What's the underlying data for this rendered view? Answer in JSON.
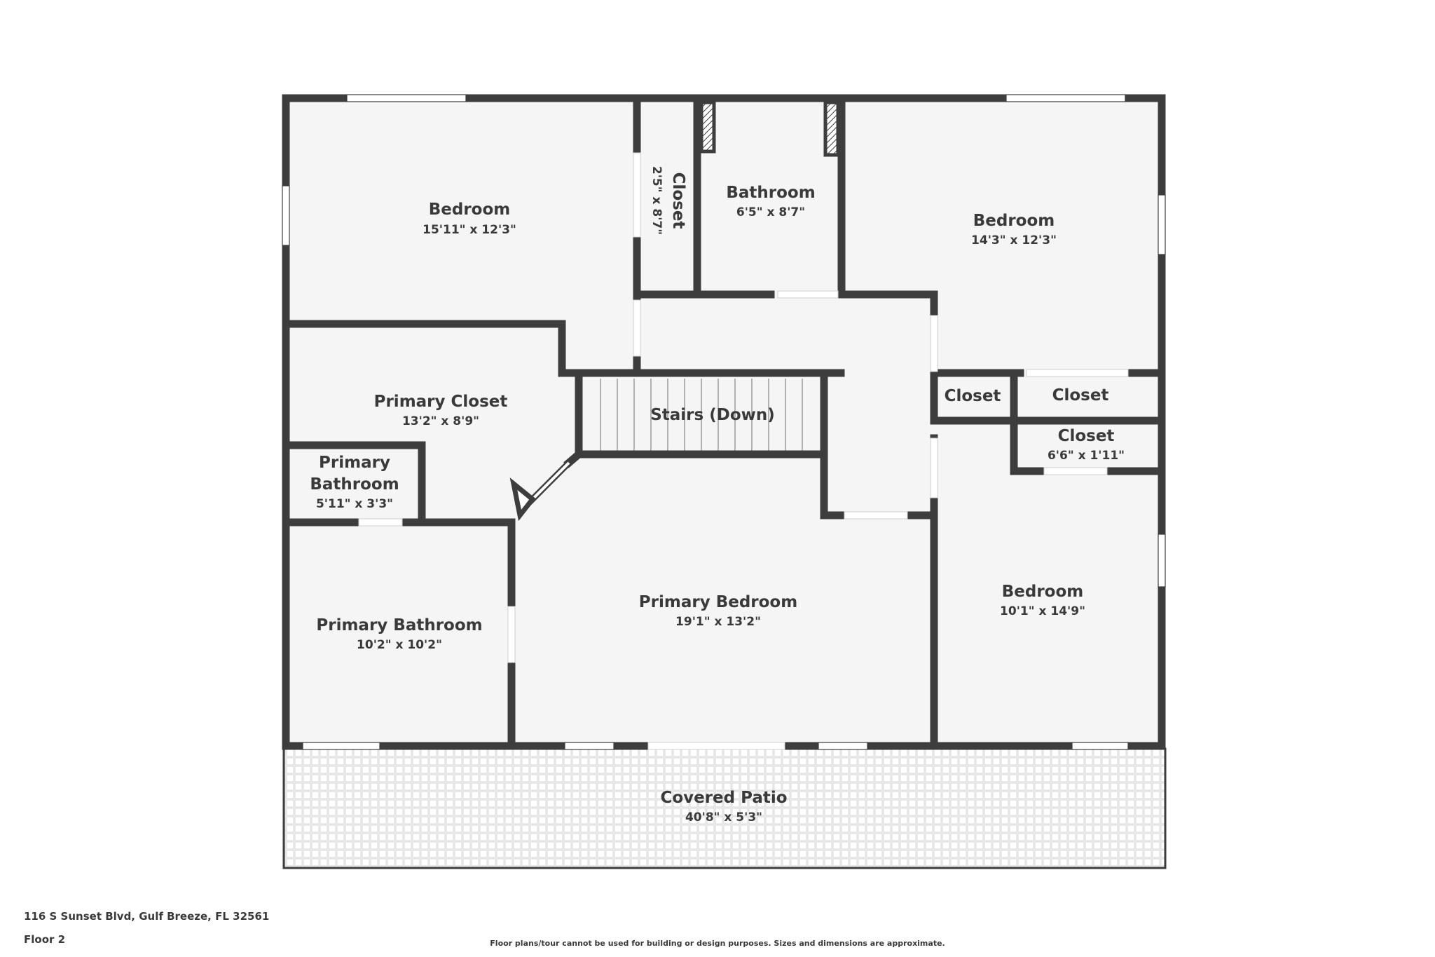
{
  "plan": {
    "colors": {
      "wall": "#3d3d3d",
      "floor": "#f5f5f5",
      "patio": "#ececec",
      "text": "#3a3a3a",
      "window": "#ffffff"
    },
    "rooms": [
      {
        "id": "bedroom-nw",
        "name": "Bedroom",
        "dims": "15'11\" x 12'3\""
      },
      {
        "id": "closet-small",
        "name": "Closet",
        "dims": "2'5\" x 8'7\""
      },
      {
        "id": "bathroom",
        "name": "Bathroom",
        "dims": "6'5\" x 8'7\""
      },
      {
        "id": "bedroom-ne",
        "name": "Bedroom",
        "dims": "14'3\" x 12'3\""
      },
      {
        "id": "primary-closet",
        "name": "Primary Closet",
        "dims": "13'2\" x 8'9\""
      },
      {
        "id": "stairs",
        "name": "Stairs (Down)",
        "dims": ""
      },
      {
        "id": "closet-a",
        "name": "Closet",
        "dims": ""
      },
      {
        "id": "closet-b",
        "name": "Closet",
        "dims": ""
      },
      {
        "id": "closet-c",
        "name": "Closet",
        "dims": "6'6\" x 1'11\""
      },
      {
        "id": "primary-bathroom-small",
        "name_line1": "Primary",
        "name_line2": "Bathroom",
        "dims": "5'11\" x 3'3\""
      },
      {
        "id": "primary-bedroom",
        "name": "Primary Bedroom",
        "dims": "19'1\" x 13'2\""
      },
      {
        "id": "bedroom-e",
        "name": "Bedroom",
        "dims": "10'1\" x 14'9\""
      },
      {
        "id": "primary-bathroom",
        "name": "Primary Bathroom",
        "dims": "10'2\" x 10'2\""
      },
      {
        "id": "covered-patio",
        "name": "Covered Patio",
        "dims": "40'8\" x 5'3\""
      }
    ]
  },
  "footer": {
    "address": "116 S Sunset Blvd, Gulf Breeze, FL 32561",
    "floor": "Floor 2",
    "disclaimer": "Floor plans/tour cannot be used for building or design purposes. Sizes and dimensions are approximate."
  }
}
